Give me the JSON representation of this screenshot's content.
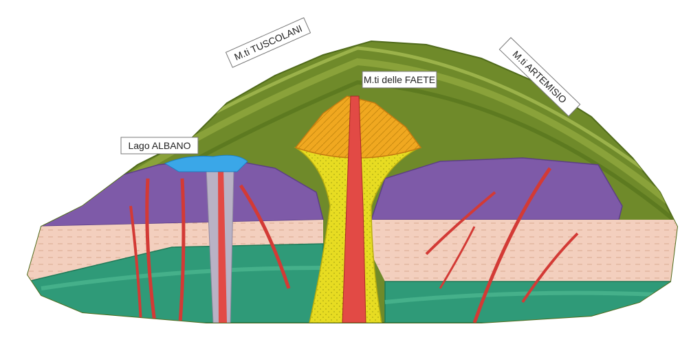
{
  "labels": {
    "tuscolani": "M.ti TUSCOLANI",
    "faete": "M.ti delle FAETE",
    "artemisio": "M.ti ARTEMISIO",
    "albano": "Lago ALBANO"
  }
}
